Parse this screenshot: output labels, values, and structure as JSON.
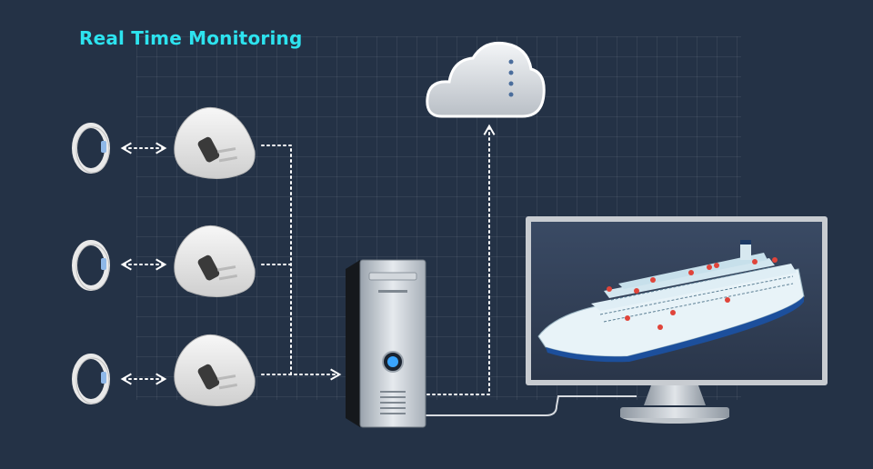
{
  "diagram": {
    "title": "Real Time Monitoring",
    "nodes": [
      {
        "id": "band-1",
        "kind": "wristband-icon"
      },
      {
        "id": "band-2",
        "kind": "wristband-icon"
      },
      {
        "id": "band-3",
        "kind": "wristband-icon"
      },
      {
        "id": "gateway-1",
        "kind": "plug-gateway-icon"
      },
      {
        "id": "gateway-2",
        "kind": "plug-gateway-icon"
      },
      {
        "id": "gateway-3",
        "kind": "plug-gateway-icon"
      },
      {
        "id": "server",
        "kind": "server-tower-icon"
      },
      {
        "id": "cloud",
        "kind": "cloud-icon"
      },
      {
        "id": "monitor",
        "kind": "monitor-icon",
        "screen": "cruise-ship-icon"
      }
    ],
    "connections": [
      {
        "from": "band-1",
        "to": "gateway-1",
        "style": "dotted-bidirectional"
      },
      {
        "from": "band-2",
        "to": "gateway-2",
        "style": "dotted-bidirectional"
      },
      {
        "from": "band-3",
        "to": "gateway-3",
        "style": "dotted-bidirectional"
      },
      {
        "from": "gateway-1",
        "to": "server",
        "style": "dotted-arrow"
      },
      {
        "from": "gateway-2",
        "to": "server",
        "style": "dotted-arrow"
      },
      {
        "from": "gateway-3",
        "to": "server",
        "style": "dotted-arrow"
      },
      {
        "from": "server",
        "to": "cloud",
        "style": "dotted-arrow"
      },
      {
        "from": "server",
        "to": "monitor",
        "style": "cable"
      }
    ],
    "colors": {
      "background": "#243246",
      "title": "#2de3ef",
      "connector": "#ffffff",
      "person_marker": "#e0443a"
    }
  }
}
